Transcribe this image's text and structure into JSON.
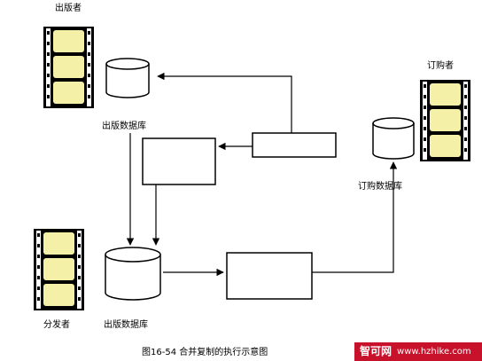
{
  "labels": {
    "publisher": "出版者",
    "subscriber": "订购者",
    "distributor": "分发者",
    "publisher_db": "出版数据库",
    "subscriber_db": "订购数据库",
    "distributor_db": "出版数据库"
  },
  "caption": "图16-54  合并复制的执行示意图",
  "watermark": {
    "brand": "智可网",
    "url": "www.hzhike.com"
  },
  "colors": {
    "film_cell": "#f5f0a8",
    "film_strip": "#000000",
    "watermark_bg": "#c8112a"
  }
}
